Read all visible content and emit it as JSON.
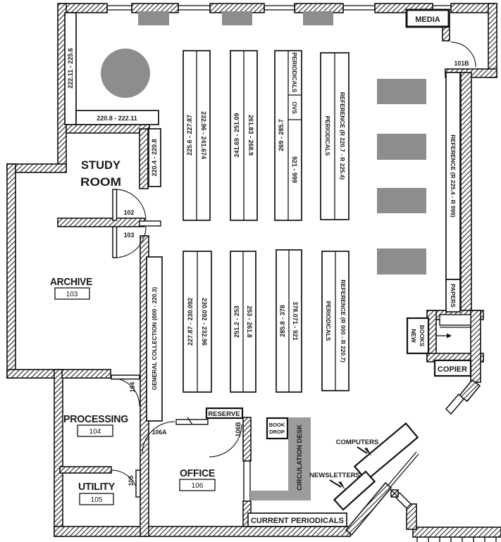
{
  "rooms": {
    "study_room": {
      "line1": "STUDY",
      "line2": "ROOM"
    },
    "archive": {
      "name": "ARCHIVE",
      "number": "103"
    },
    "processing": {
      "name": "PROCESSING",
      "number": "104"
    },
    "utility": {
      "name": "UTILITY",
      "number": "105"
    },
    "office": {
      "name": "OFFICE",
      "number": "106"
    }
  },
  "doors": {
    "d101b": "101B",
    "d102": "102",
    "d103": "103",
    "d104": "104",
    "d105": "105",
    "d106a": "106A",
    "d106b": "106B"
  },
  "wall_shelves": {
    "dewey_222_2256": "222.11 - 225.6",
    "dewey_2208_22211": "220.8 - 222.11",
    "dewey_2204_2208": "220.4 - 220.8",
    "general_collection": "GENERAL COLLECTION (000 - 220.3)",
    "reference_east": "REFERENCE (R 225.4 - R 999)",
    "papers": "PAPERS",
    "new_books_line1": "NEW",
    "new_books_line2": "BOOKS",
    "current_periodicals": "CURRENT PERIODICALS"
  },
  "stacks_north": [
    {
      "left": "225.6 - 227.87",
      "right": "232.96 - 241.674"
    },
    {
      "left": "241.69 - 251.09",
      "right": "261.83 - 268.9"
    },
    {
      "left": "269 - 285.7",
      "right_top": "PERIODICALS",
      "right_mid": "OVS",
      "right_bottom": "921 - 999"
    },
    {
      "left": "PERIODICALS",
      "right": "REFERENCE (R 220.7 - R 225.4)"
    }
  ],
  "stacks_south": [
    {
      "left": "227.87 - 230.092",
      "right": "230.092 - 232.96"
    },
    {
      "left": "251.2 - 253",
      "right": "253 - 261.8"
    },
    {
      "left": "285.8 - 378",
      "right": "378.071 - 921"
    },
    {
      "left": "PERIODICALS",
      "right": "REFERENCE (R 000 - R 220.7)"
    }
  ],
  "service_areas": {
    "media": "MEDIA",
    "reserve": "RESERVE",
    "book_drop_line1": "BOOK",
    "book_drop_line2": "DROP",
    "circulation_desk": "CIRCULATION DESK",
    "copier": "COPIER",
    "computers": "COMPUTERS",
    "newsletters": "NEWSLETTERS"
  },
  "colors": {
    "wall_line": "#1a1a1a",
    "furniture_gray": "#8d8d8d",
    "desk_gray": "#9c9c9c",
    "background": "#ffffff"
  }
}
